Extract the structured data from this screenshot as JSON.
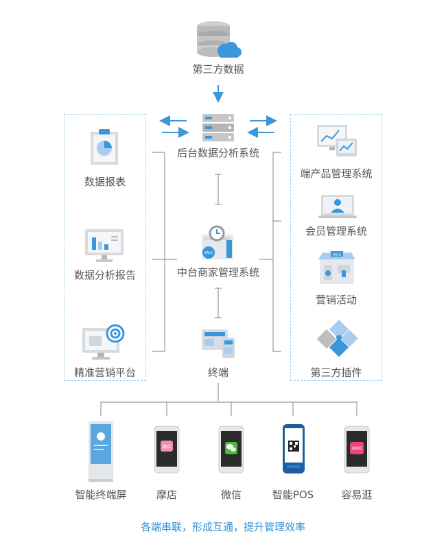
{
  "top": {
    "label": "第三方数据"
  },
  "left_panel": {
    "items": [
      {
        "label": "数据报表"
      },
      {
        "label": "数据分析报告"
      },
      {
        "label": "精准营销平台"
      }
    ]
  },
  "center": {
    "backend": "后台数据分析系统",
    "middle": "中台商家管理系统",
    "terminal": "终端",
    "sale_tag": "SALE"
  },
  "right_panel": {
    "items": [
      {
        "label": "端产品管理系统"
      },
      {
        "label": "会员管理系统"
      },
      {
        "label": "营销活动",
        "tag": "SALE"
      },
      {
        "label": "第三方插件"
      }
    ]
  },
  "devices": [
    {
      "label": "智能终端屏"
    },
    {
      "label": "摩店",
      "app": "摩店"
    },
    {
      "label": "微信"
    },
    {
      "label": "智能POS"
    },
    {
      "label": "容易逛",
      "app": "容易逛"
    }
  ],
  "footer": "各端串联，形成互通，提升管理效率",
  "colors": {
    "accent": "#3a97d9",
    "light_blue": "#9fd0ef",
    "line": "#999999",
    "text": "#555555"
  }
}
